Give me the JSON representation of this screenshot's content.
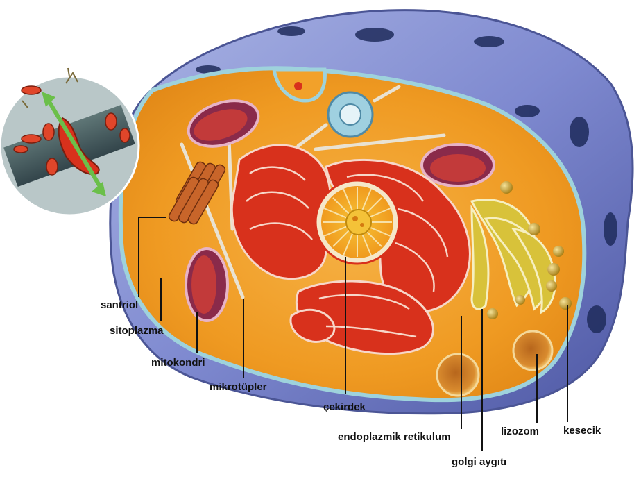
{
  "labels": {
    "santriol": "santriol",
    "sitoplazma": "sitoplazma",
    "mitokondri": "mitokondri",
    "mikrotupler": "mikrotüpler",
    "cekirdek": "çekirdek",
    "endoplazmik_retikulum": "endoplazmik retikulum",
    "golgi_aygiti": "golgi aygıtı",
    "lizozom": "lizozom",
    "kesecik": "kesecik"
  },
  "colors": {
    "membrane": "#7d86c6",
    "membrane_dark": "#1f2a55",
    "cytoplasm": "#f2a12a",
    "organelle_red": "#d8311c",
    "golgi_yellow": "#d8c23a",
    "vesicle_gold": "#c49a1a",
    "mitochondria_purple": "#8a2a4a",
    "microtubule": "#e9e2d2"
  }
}
